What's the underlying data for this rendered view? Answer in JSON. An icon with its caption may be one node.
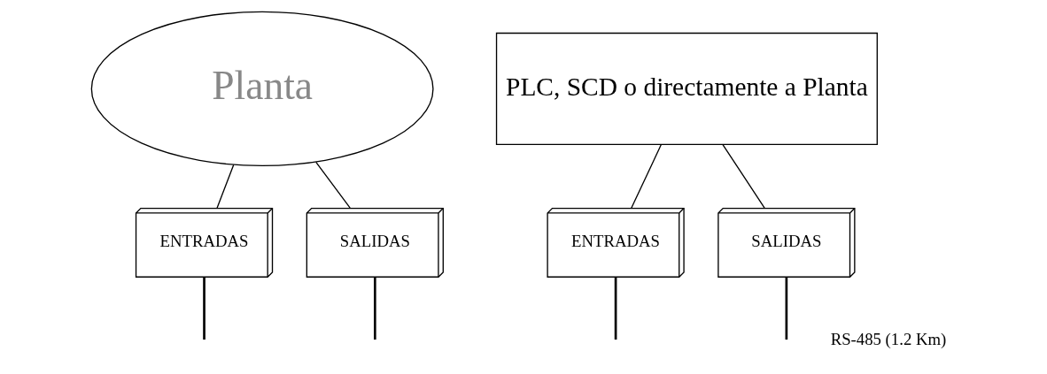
{
  "diagram": {
    "nodes": [
      {
        "text": [
          "Planta"
        ]
      },
      {
        "text": [
          "PLC, SCD o directamente a Planta"
        ]
      },
      {
        "text": [
          "ENTRADAS"
        ]
      },
      {
        "text": [
          "SALIDAS"
        ]
      },
      {
        "text": [
          "ENTRADAS"
        ]
      },
      {
        "text": [
          "SALIDAS"
        ]
      }
    ],
    "edges": [
      {
        "from": 0,
        "to": 2,
        "arrow": "none"
      },
      {
        "from": 0,
        "to": 3,
        "arrow": "none"
      },
      {
        "from": 1,
        "to": 4,
        "arrow": "none"
      },
      {
        "from": 1,
        "to": 5,
        "arrow": "none"
      },
      {
        "from": 2,
        "to": null,
        "arrow": "none"
      },
      {
        "from": 3,
        "to": null,
        "arrow": "none"
      },
      {
        "from": 4,
        "to": null,
        "arrow": "none"
      },
      {
        "from": 5,
        "to": null,
        "arrow": "none"
      }
    ],
    "labels": [
      "RS-485 (1.2 Km)"
    ]
  }
}
